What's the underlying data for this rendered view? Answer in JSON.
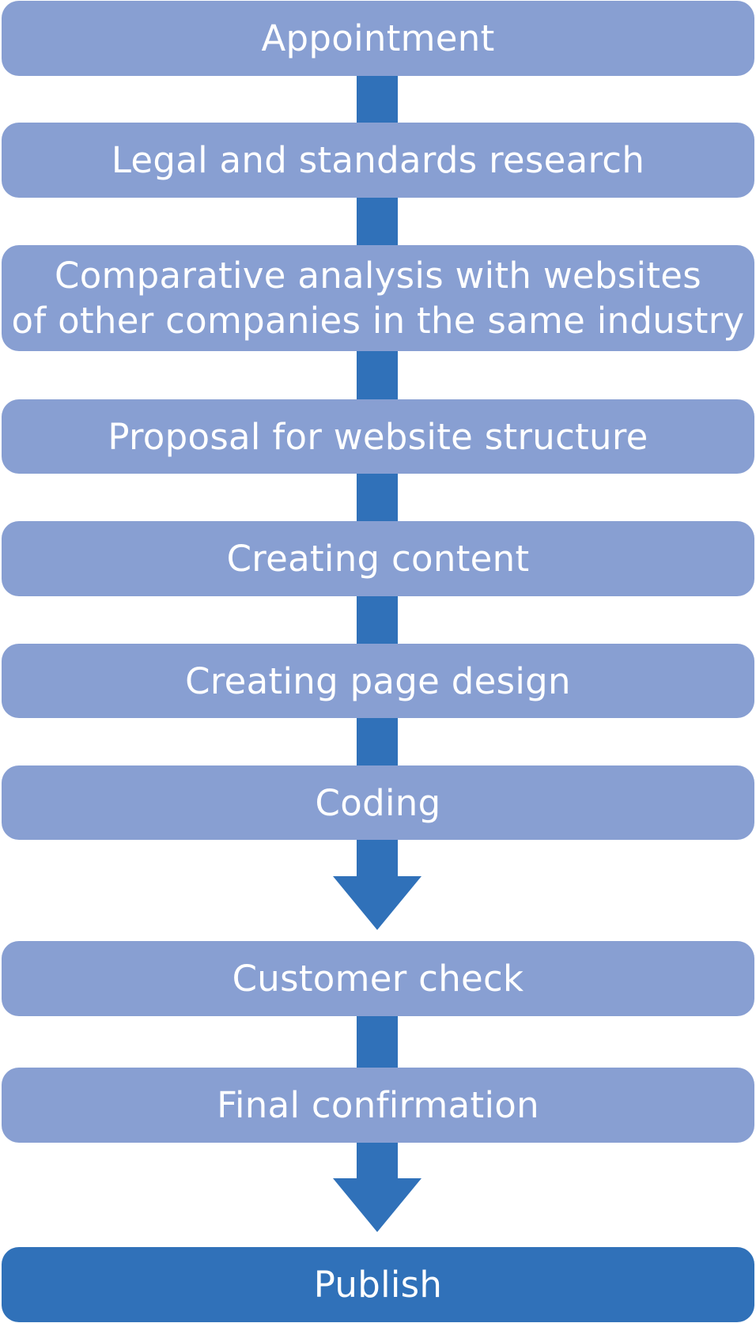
{
  "colors": {
    "step": "#889fd2",
    "final_step": "#3071b9",
    "connector": "#3071b9",
    "text": "#ffffff"
  },
  "steps": [
    {
      "label": "Appointment"
    },
    {
      "label": "Legal and standards research"
    },
    {
      "label": "Comparative analysis with websites\nof other companies in the same industry"
    },
    {
      "label": "Proposal for website structure"
    },
    {
      "label": "Creating content"
    },
    {
      "label": "Creating page design"
    },
    {
      "label": "Coding"
    },
    {
      "label": "Customer check"
    },
    {
      "label": "Final confirmation"
    },
    {
      "label": "Publish"
    }
  ]
}
